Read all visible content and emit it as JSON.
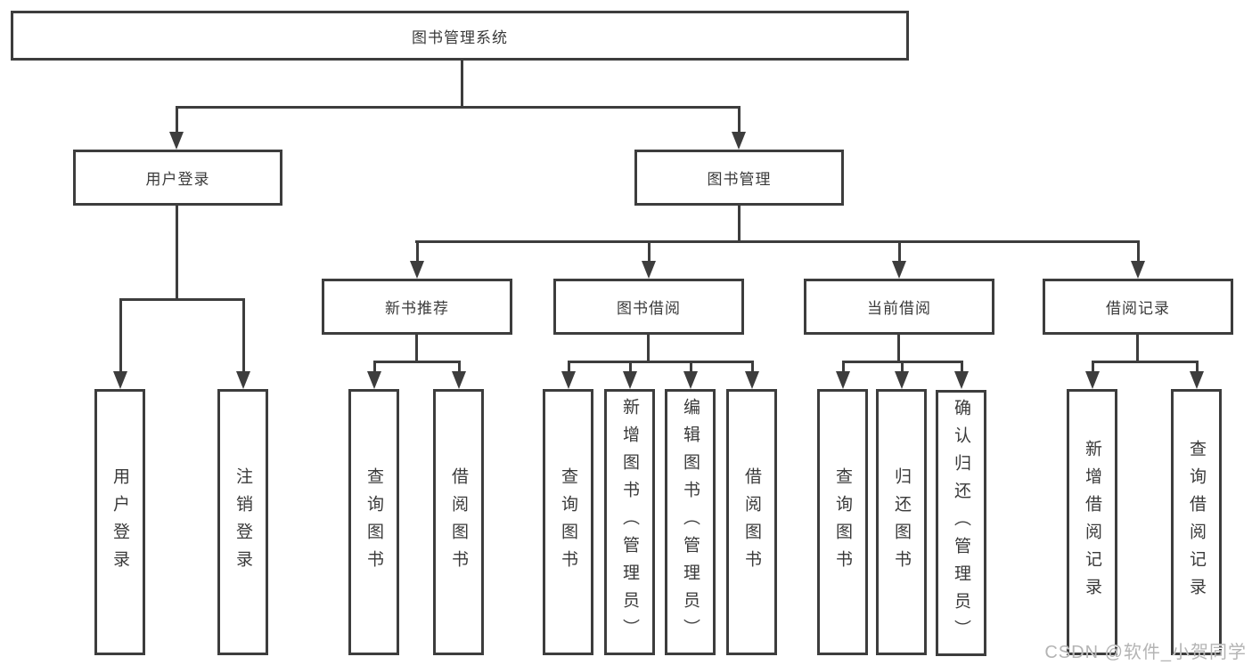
{
  "diagram": {
    "root": {
      "label": "图书管理系统"
    },
    "branches": [
      {
        "label": "用户登录",
        "children": [
          {
            "label": "用户登录"
          },
          {
            "label": "注销登录"
          }
        ]
      },
      {
        "label": "图书管理",
        "children": [
          {
            "label": "新书推荐",
            "children": [
              {
                "label": "查询图书"
              },
              {
                "label": "借阅图书"
              }
            ]
          },
          {
            "label": "图书借阅",
            "children": [
              {
                "label": "查询图书"
              },
              {
                "label": "新增图书（管理员）"
              },
              {
                "label": "编辑图书（管理员）"
              },
              {
                "label": "借阅图书"
              }
            ]
          },
          {
            "label": "当前借阅",
            "children": [
              {
                "label": "查询图书"
              },
              {
                "label": "归还图书"
              },
              {
                "label": "确认归还（管理员）"
              }
            ]
          },
          {
            "label": "借阅记录",
            "children": [
              {
                "label": "新增借阅记录"
              },
              {
                "label": "查询借阅记录"
              }
            ]
          }
        ]
      }
    ]
  },
  "watermark": {
    "text": "CSDN @软件_小贺同学"
  },
  "colors": {
    "line": "#3d3d3d",
    "text": "#3a3a3a",
    "watermark": "#b4b4b4",
    "background": "#ffffff"
  }
}
